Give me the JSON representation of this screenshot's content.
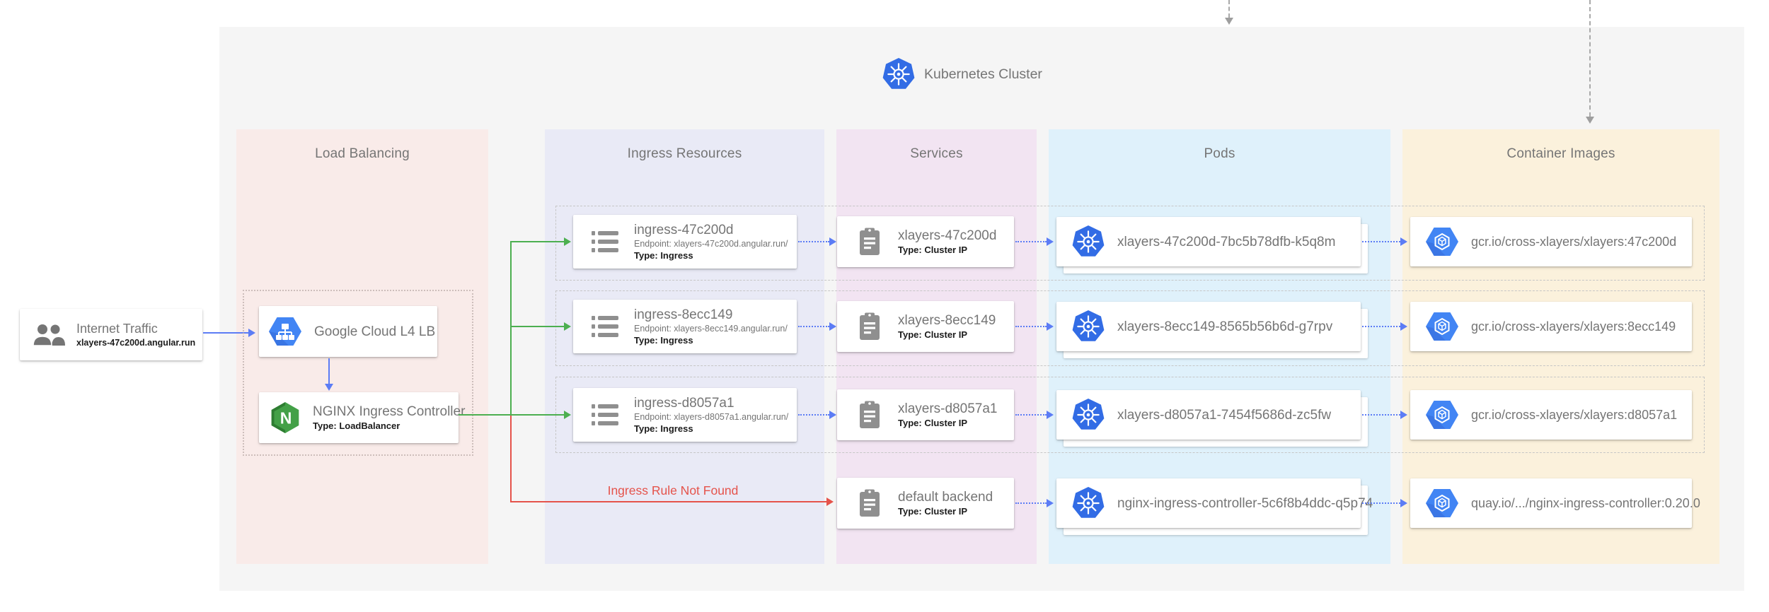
{
  "cluster": {
    "title": "Kubernetes Cluster"
  },
  "internet": {
    "title": "Internet Traffic",
    "host": "xlayers-47c200d.angular.run"
  },
  "load_balancing": {
    "header": "Load Balancing",
    "google_lb": {
      "title": "Google Cloud L4 LB"
    },
    "nginx": {
      "title": "NGINX Ingress Controller",
      "type": "Type: LoadBalancer"
    }
  },
  "columns": {
    "ingress_header": "Ingress Resources",
    "services_header": "Services",
    "pods_header": "Pods",
    "images_header": "Container Images"
  },
  "error_label": "Ingress Rule Not Found",
  "rows": [
    {
      "ingress": {
        "title": "ingress-47c200d",
        "endpoint": "Endpoint: xlayers-47c200d.angular.run/",
        "type": "Type: Ingress"
      },
      "service": {
        "title": "xlayers-47c200d",
        "type": "Type: Cluster IP"
      },
      "pod": {
        "title": "xlayers-47c200d-7bc5b78dfb-k5q8m"
      },
      "image": {
        "title": "gcr.io/cross-xlayers/xlayers:47c200d"
      }
    },
    {
      "ingress": {
        "title": "ingress-8ecc149",
        "endpoint": "Endpoint: xlayers-8ecc149.angular.run/",
        "type": "Type: Ingress"
      },
      "service": {
        "title": "xlayers-8ecc149",
        "type": "Type: Cluster IP"
      },
      "pod": {
        "title": "xlayers-8ecc149-8565b56b6d-g7rpv"
      },
      "image": {
        "title": "gcr.io/cross-xlayers/xlayers:8ecc149"
      }
    },
    {
      "ingress": {
        "title": "ingress-d8057a1",
        "endpoint": "Endpoint: xlayers-d8057a1.angular.run/",
        "type": "Type: Ingress"
      },
      "service": {
        "title": "xlayers-d8057a1",
        "type": "Type: Cluster IP"
      },
      "pod": {
        "title": "xlayers-d8057a1-7454f5686d-zc5fw"
      },
      "image": {
        "title": "gcr.io/cross-xlayers/xlayers:d8057a1"
      }
    },
    {
      "service": {
        "title": "default backend",
        "type": "Type: Cluster IP"
      },
      "pod": {
        "title": "nginx-ingress-controller-5c6f8b4ddc-q5p74"
      },
      "image": {
        "title": "quay.io/.../nginx-ingress-controller:0.20.0"
      }
    }
  ],
  "icons": {
    "people": "people-icon",
    "gcp_lb": "gcp-hexagon-lb-icon",
    "nginx": "nginx-hexagon-icon",
    "ingress": "list-icon",
    "service": "clipboard-icon",
    "pod": "kubernetes-wheel-icon",
    "image": "container-registry-cube-icon"
  },
  "colors": {
    "arrow_blue": "#5C7CF5",
    "arrow_green": "#4CAF50",
    "arrow_red": "#E5534B",
    "kubernetes_blue": "#326CE5",
    "gcp_blue": "#4285F4",
    "nginx_green": "#43A047",
    "cluster_bg": "#F5F5F5",
    "load_balancing_bg": "#F9EBE9",
    "ingress_bg": "#E9EAF6",
    "services_bg": "#F2E4F2",
    "pods_bg": "#DFF1FB",
    "images_bg": "#FBF1DC"
  }
}
